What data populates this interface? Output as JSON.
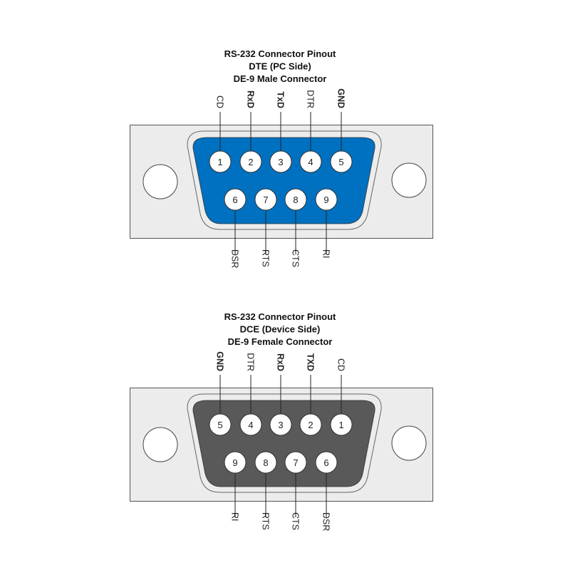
{
  "connectors": [
    {
      "id": "dte",
      "title_lines": [
        "RS-232 Connector Pinout",
        "DTE (PC Side)",
        "DE-9 Male Connector"
      ],
      "face_color": "#0070C0",
      "top_row": [
        {
          "pin": "1",
          "label": "CD",
          "bold": false
        },
        {
          "pin": "2",
          "label": "RxD",
          "bold": true
        },
        {
          "pin": "3",
          "label": "TxD",
          "bold": true
        },
        {
          "pin": "4",
          "label": "DTR",
          "bold": false
        },
        {
          "pin": "5",
          "label": "GND",
          "bold": true
        }
      ],
      "bottom_row": [
        {
          "pin": "6",
          "label": "DSR",
          "bold": false
        },
        {
          "pin": "7",
          "label": "RTS",
          "bold": false
        },
        {
          "pin": "8",
          "label": "CTS",
          "bold": false
        },
        {
          "pin": "9",
          "label": "RI",
          "bold": false
        }
      ]
    },
    {
      "id": "dce",
      "title_lines": [
        "RS-232 Connector Pinout",
        "DCE (Device Side)",
        "DE-9 Female Connector"
      ],
      "face_color": "#595959",
      "top_row": [
        {
          "pin": "5",
          "label": "GND",
          "bold": true
        },
        {
          "pin": "4",
          "label": "DTR",
          "bold": false
        },
        {
          "pin": "3",
          "label": "RxD",
          "bold": true
        },
        {
          "pin": "2",
          "label": "TXD",
          "bold": true
        },
        {
          "pin": "1",
          "label": "CD",
          "bold": false
        }
      ],
      "bottom_row": [
        {
          "pin": "9",
          "label": "RI",
          "bold": false
        },
        {
          "pin": "8",
          "label": "RTS",
          "bold": false
        },
        {
          "pin": "7",
          "label": "CTS",
          "bold": false
        },
        {
          "pin": "6",
          "label": "DSR",
          "bold": false
        }
      ]
    }
  ]
}
